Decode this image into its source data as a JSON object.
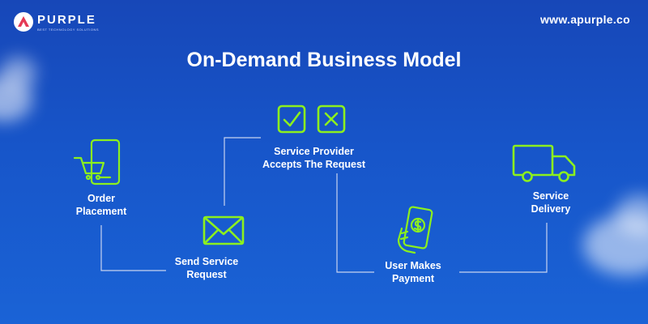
{
  "brand": {
    "name": "PURPLE",
    "tagline": "BEST TECHNOLOGY SOLUTIONS",
    "url": "www.apurple.co"
  },
  "title": "On-Demand Business Model",
  "steps": [
    {
      "label_line1": "Order",
      "label_line2": "Placement",
      "icon": "shopping-cart-phone-icon"
    },
    {
      "label_line1": "Send Service",
      "label_line2": "Request",
      "icon": "envelope-icon"
    },
    {
      "label_line1": "Service Provider",
      "label_line2": "Accepts The Request",
      "icon": "check-cross-icon"
    },
    {
      "label_line1": "User Makes",
      "label_line2": "Payment",
      "icon": "payment-phone-icon"
    },
    {
      "label_line1": "Service",
      "label_line2": "Delivery",
      "icon": "delivery-truck-icon"
    }
  ],
  "colors": {
    "background_top": "#1747b8",
    "background_bottom": "#1a63d6",
    "icon_accent": "#8cf01e",
    "text": "#ffffff",
    "connector": "#c7d3f0"
  }
}
